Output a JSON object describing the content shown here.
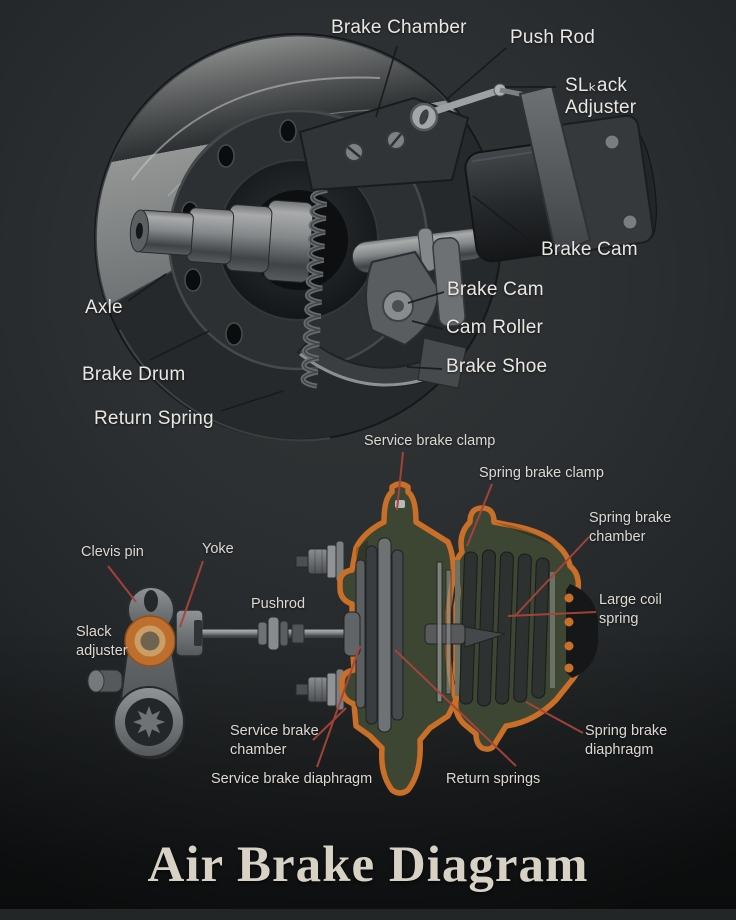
{
  "title": {
    "text": "Air Brake Diagram"
  },
  "colors": {
    "background": "#2a2e30",
    "top_label_text": "#e9e7e2",
    "bottom_label_text": "#dcd9d2",
    "title_text": "#d7d2c4",
    "chamber_outline_orange": "#c96f28",
    "chamber_fill_olive": "#3d4533",
    "leader_line_red": "#a8443a",
    "leader_line_dark": "#17191b",
    "metal_light": "#9a9d9e",
    "metal_dark": "#2b2e30"
  },
  "top_diagram": {
    "labels": [
      {
        "id": "brake-chamber",
        "text": "Brake Chamber"
      },
      {
        "id": "push-rod",
        "text": "Push Rod"
      },
      {
        "id": "slack-adjuster",
        "text": "SLₖack\nAdjuster"
      },
      {
        "id": "brake-cam-upper",
        "text": "Brake Cam"
      },
      {
        "id": "axle",
        "text": "Axle"
      },
      {
        "id": "brake-cam",
        "text": "Brake Cam"
      },
      {
        "id": "cam-roller",
        "text": "Cam Roller"
      },
      {
        "id": "brake-shoe",
        "text": "Brake Shoe"
      },
      {
        "id": "brake-drum",
        "text": "Brake Drum"
      },
      {
        "id": "return-spring",
        "text": "Return Spring"
      }
    ]
  },
  "bottom_diagram": {
    "labels": [
      {
        "id": "service-brake-clamp",
        "text": "Service brake clamp"
      },
      {
        "id": "spring-brake-clamp",
        "text": "Spring brake clamp"
      },
      {
        "id": "spring-brake-chamber",
        "text": "Spring brake\nchamber"
      },
      {
        "id": "clevis-pin",
        "text": "Clevis pin"
      },
      {
        "id": "yoke",
        "text": "Yoke"
      },
      {
        "id": "pushrod",
        "text": "Pushrod"
      },
      {
        "id": "slack-adjuster",
        "text": "Slack\nadjuster"
      },
      {
        "id": "large-coil-spring",
        "text": "Large coil\nspring"
      },
      {
        "id": "service-brake-chamber",
        "text": "Service brake\nchamber"
      },
      {
        "id": "service-brake-diaphragm",
        "text": "Service brake diaphragm"
      },
      {
        "id": "return-springs",
        "text": "Return springs"
      },
      {
        "id": "spring-brake-diaphragm",
        "text": "Spring brake\ndiaphragm"
      }
    ]
  }
}
